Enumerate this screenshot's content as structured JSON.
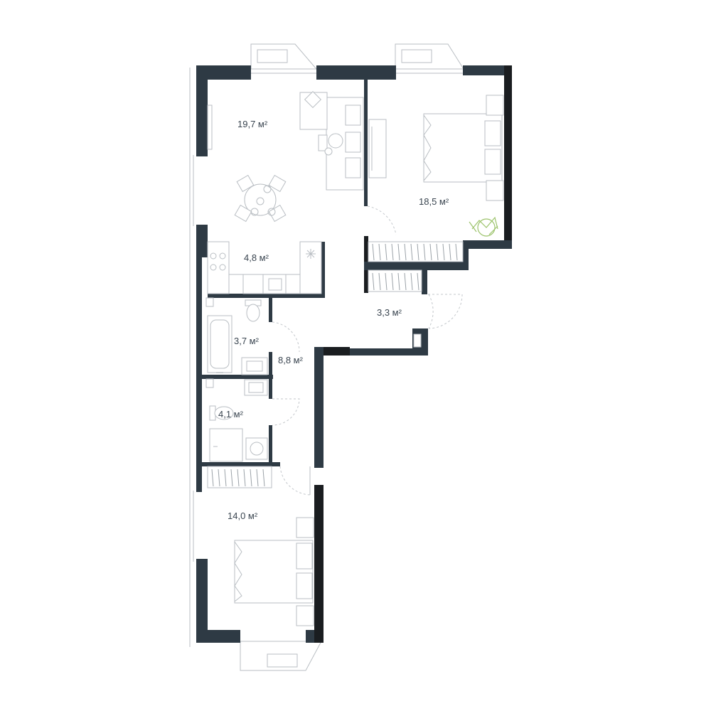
{
  "rooms": [
    {
      "id": "living",
      "area": "19,7 м²"
    },
    {
      "id": "bedroom-1",
      "area": "18,5 м²"
    },
    {
      "id": "kitchen",
      "area": "4,8 м²"
    },
    {
      "id": "storage",
      "area": "3,3 м²"
    },
    {
      "id": "bathroom",
      "area": "3,7 м²"
    },
    {
      "id": "hall",
      "area": "8,8 м²"
    },
    {
      "id": "wc",
      "area": "4,1 м²"
    },
    {
      "id": "bedroom-2",
      "area": "14,0 м²"
    }
  ],
  "colors": {
    "wall": "#2e3a44",
    "wall_black": "#1a1d20",
    "line": "#b9bec3",
    "plant": "#9cc36b"
  }
}
